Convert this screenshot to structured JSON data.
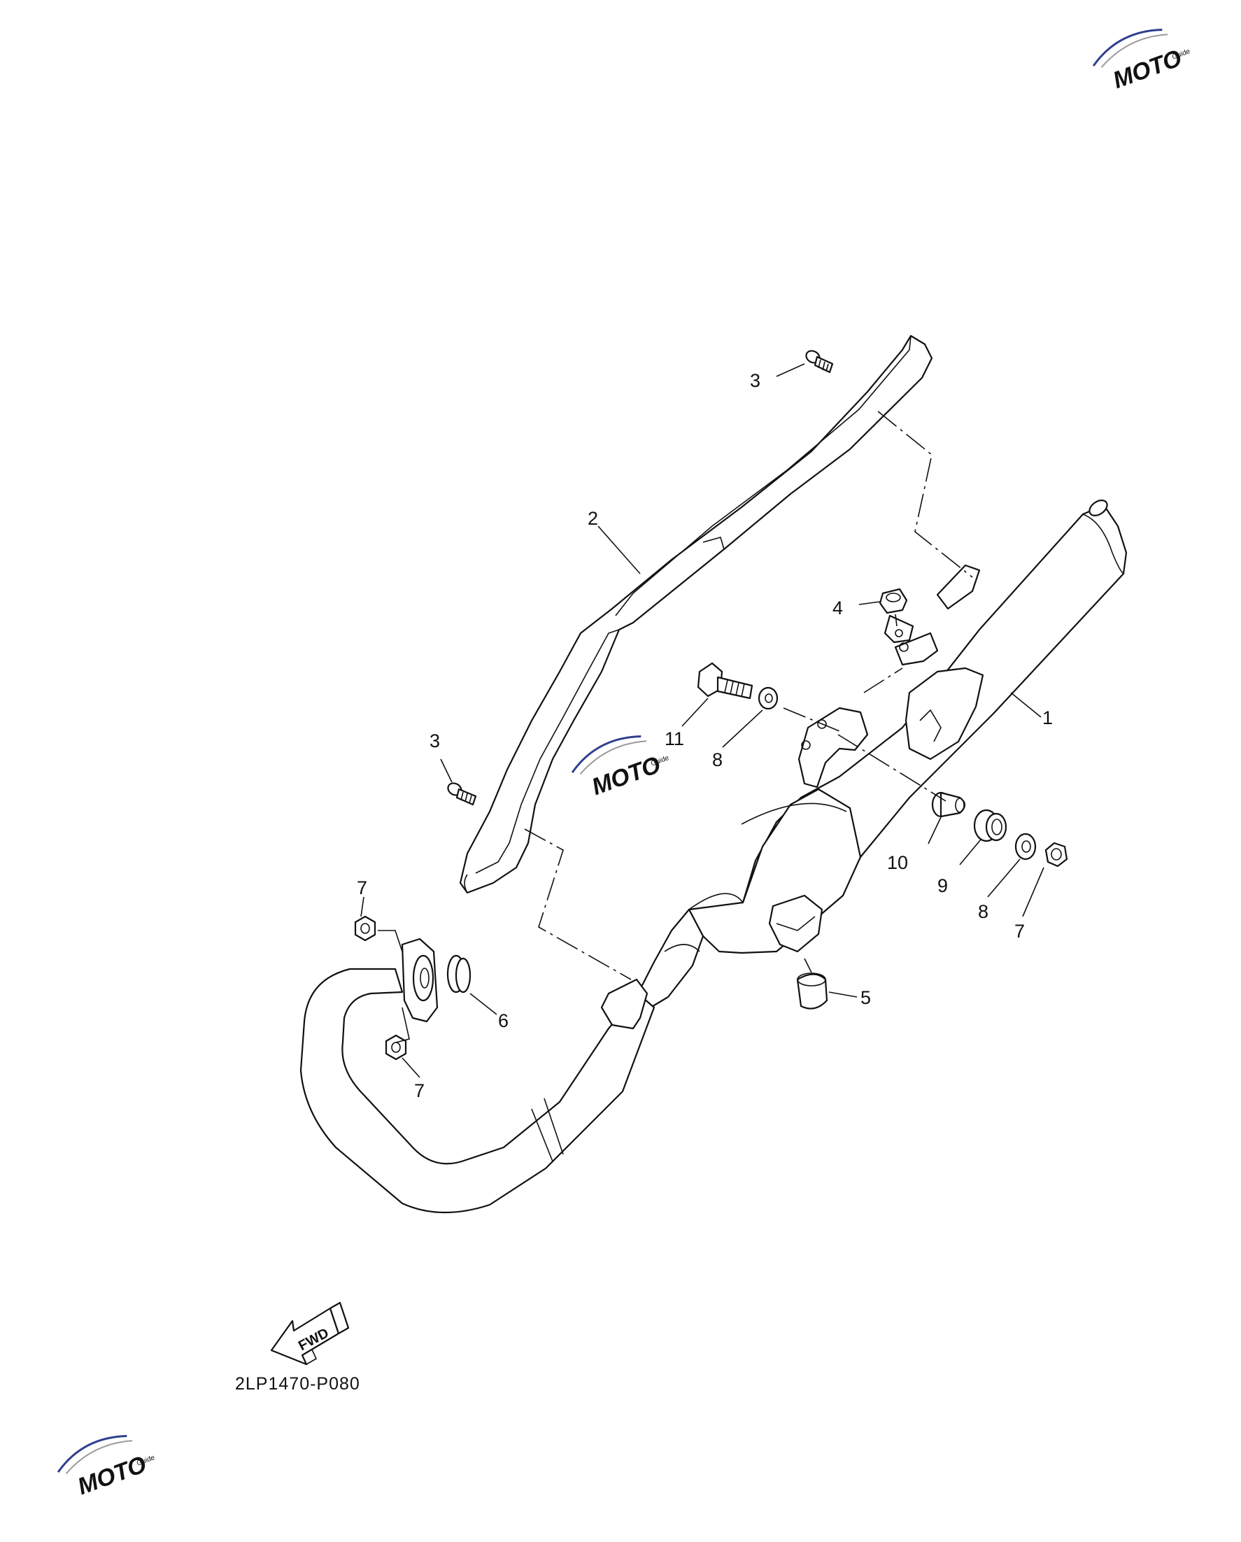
{
  "diagram": {
    "code": "2LP1470-P080",
    "fwd_label": "FWD",
    "callouts": {
      "muffler": "1",
      "heat_protector": "2",
      "screw_upper": "3",
      "screw_lower": "3",
      "damper_upper": "4",
      "damper_lower": "5",
      "gasket": "6",
      "nut_flange_upper": "7",
      "nut_flange_lower": "7",
      "nut_right": "7",
      "washer_left": "8",
      "washer_right": "8",
      "collar_seal": "9",
      "collar": "10",
      "bolt": "11"
    }
  },
  "watermark": {
    "brand": "MOTO",
    "tagline": "Guide",
    "colors": {
      "blue": "#2f3f8f",
      "red": "#d9252b",
      "gray": "#9a9a9a"
    }
  }
}
